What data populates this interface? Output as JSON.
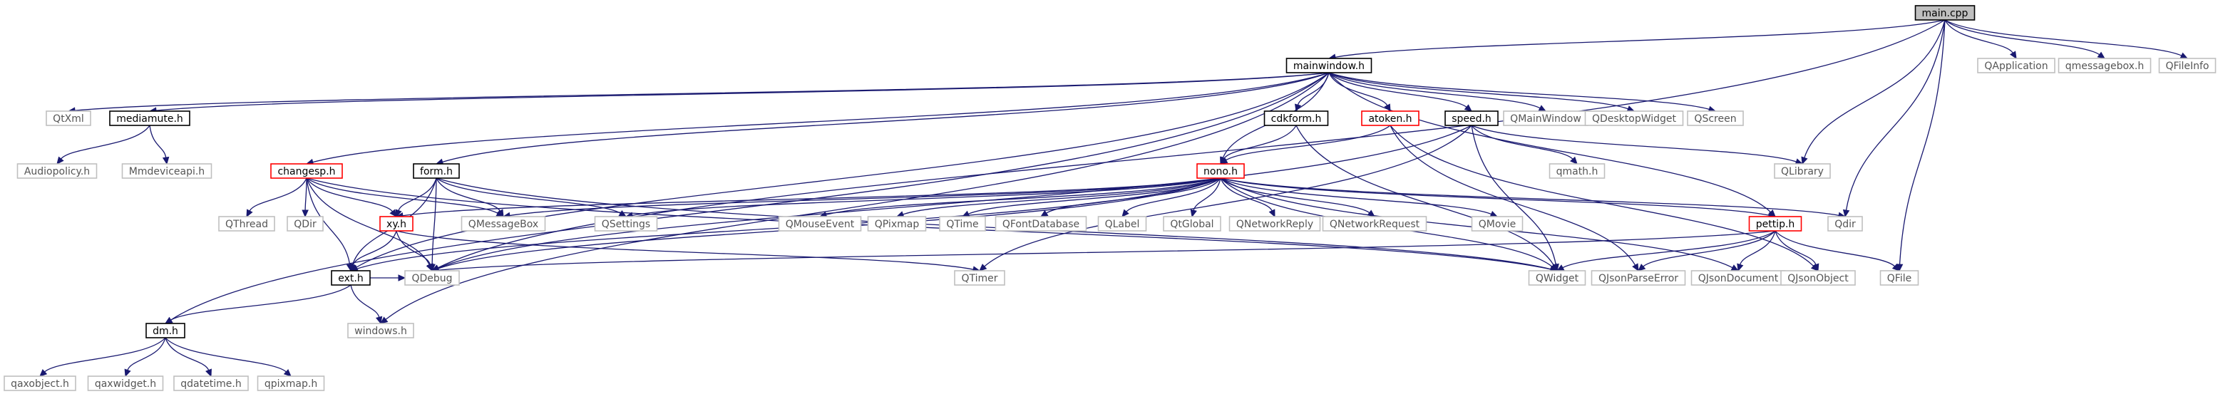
{
  "graph": {
    "nodes": [
      {
        "id": "main_cpp",
        "label": "main.cpp",
        "kind": "self"
      },
      {
        "id": "mainwindow_h",
        "label": "mainwindow.h",
        "kind": "doc"
      },
      {
        "id": "QApplication",
        "label": "QApplication",
        "kind": "ext"
      },
      {
        "id": "qmessagebox_h",
        "label": "qmessagebox.h",
        "kind": "ext"
      },
      {
        "id": "QFileInfo",
        "label": "QFileInfo",
        "kind": "ext"
      },
      {
        "id": "QtXml",
        "label": "QtXml",
        "kind": "ext"
      },
      {
        "id": "mediamute_h",
        "label": "mediamute.h",
        "kind": "doc"
      },
      {
        "id": "cdkform_h",
        "label": "cdkform.h",
        "kind": "doc"
      },
      {
        "id": "atoken_h",
        "label": "atoken.h",
        "kind": "undoc"
      },
      {
        "id": "speed_h",
        "label": "speed.h",
        "kind": "doc"
      },
      {
        "id": "QMainWindow",
        "label": "QMainWindow",
        "kind": "ext"
      },
      {
        "id": "QDesktopWidget",
        "label": "QDesktopWidget",
        "kind": "ext"
      },
      {
        "id": "QScreen",
        "label": "QScreen",
        "kind": "ext"
      },
      {
        "id": "Audiopolicy_h",
        "label": "Audiopolicy.h",
        "kind": "ext"
      },
      {
        "id": "Mmdeviceapi_h",
        "label": "Mmdeviceapi.h",
        "kind": "ext"
      },
      {
        "id": "qmath_h",
        "label": "qmath.h",
        "kind": "ext"
      },
      {
        "id": "QLibrary",
        "label": "QLibrary",
        "kind": "ext"
      },
      {
        "id": "changesp_h",
        "label": "changesp.h",
        "kind": "undoc"
      },
      {
        "id": "form_h",
        "label": "form.h",
        "kind": "doc"
      },
      {
        "id": "nono_h",
        "label": "nono.h",
        "kind": "undoc"
      },
      {
        "id": "QThread",
        "label": "QThread",
        "kind": "ext"
      },
      {
        "id": "QDir",
        "label": "QDir",
        "kind": "ext"
      },
      {
        "id": "xy_h",
        "label": "xy.h",
        "kind": "undoc"
      },
      {
        "id": "QMessageBox",
        "label": "QMessageBox",
        "kind": "ext"
      },
      {
        "id": "QSettings",
        "label": "QSettings",
        "kind": "ext"
      },
      {
        "id": "QMouseEvent",
        "label": "QMouseEvent",
        "kind": "ext"
      },
      {
        "id": "QPixmap",
        "label": "QPixmap",
        "kind": "ext"
      },
      {
        "id": "QTime",
        "label": "QTime",
        "kind": "ext"
      },
      {
        "id": "QFontDatabase",
        "label": "QFontDatabase",
        "kind": "ext"
      },
      {
        "id": "QLabel",
        "label": "QLabel",
        "kind": "ext"
      },
      {
        "id": "QtGlobal",
        "label": "QtGlobal",
        "kind": "ext"
      },
      {
        "id": "QNetworkReply",
        "label": "QNetworkReply",
        "kind": "ext"
      },
      {
        "id": "QNetworkRequest",
        "label": "QNetworkRequest",
        "kind": "ext"
      },
      {
        "id": "QMovie",
        "label": "QMovie",
        "kind": "ext"
      },
      {
        "id": "pettip_h",
        "label": "pettip.h",
        "kind": "undoc"
      },
      {
        "id": "Qdir",
        "label": "Qdir",
        "kind": "ext"
      },
      {
        "id": "ext_h",
        "label": "ext.h",
        "kind": "doc"
      },
      {
        "id": "QDebug",
        "label": "QDebug",
        "kind": "ext"
      },
      {
        "id": "QTimer",
        "label": "QTimer",
        "kind": "ext"
      },
      {
        "id": "QWidget",
        "label": "QWidget",
        "kind": "ext"
      },
      {
        "id": "QJsonParseError",
        "label": "QJsonParseError",
        "kind": "ext"
      },
      {
        "id": "QJsonDocument",
        "label": "QJsonDocument",
        "kind": "ext"
      },
      {
        "id": "QJsonObject",
        "label": "QJsonObject",
        "kind": "ext"
      },
      {
        "id": "QFile",
        "label": "QFile",
        "kind": "ext"
      },
      {
        "id": "windows_h",
        "label": "windows.h",
        "kind": "ext"
      },
      {
        "id": "dm_h",
        "label": "dm.h",
        "kind": "doc"
      },
      {
        "id": "qaxobject_h",
        "label": "qaxobject.h",
        "kind": "ext"
      },
      {
        "id": "qaxwidget_h",
        "label": "qaxwidget.h",
        "kind": "ext"
      },
      {
        "id": "qdatetime_h",
        "label": "qdatetime.h",
        "kind": "ext"
      },
      {
        "id": "qpixmap_h",
        "label": "qpixmap.h",
        "kind": "ext"
      }
    ],
    "edges": [
      [
        "main_cpp",
        "mainwindow_h"
      ],
      [
        "main_cpp",
        "QApplication"
      ],
      [
        "main_cpp",
        "qmessagebox_h"
      ],
      [
        "main_cpp",
        "QFileInfo"
      ],
      [
        "main_cpp",
        "QLibrary"
      ],
      [
        "main_cpp",
        "Qdir"
      ],
      [
        "main_cpp",
        "QFile"
      ],
      [
        "main_cpp",
        "QDebug"
      ],
      [
        "mainwindow_h",
        "QtXml"
      ],
      [
        "mainwindow_h",
        "mediamute_h"
      ],
      [
        "mainwindow_h",
        "cdkform_h"
      ],
      [
        "mainwindow_h",
        "atoken_h"
      ],
      [
        "mainwindow_h",
        "speed_h"
      ],
      [
        "mainwindow_h",
        "QMainWindow"
      ],
      [
        "mainwindow_h",
        "QDesktopWidget"
      ],
      [
        "mainwindow_h",
        "QScreen"
      ],
      [
        "mainwindow_h",
        "changesp_h"
      ],
      [
        "mainwindow_h",
        "form_h"
      ],
      [
        "mainwindow_h",
        "nono_h"
      ],
      [
        "mainwindow_h",
        "pettip_h"
      ],
      [
        "mainwindow_h",
        "ext_h"
      ],
      [
        "mainwindow_h",
        "dm_h"
      ],
      [
        "mainwindow_h",
        "windows_h"
      ],
      [
        "mediamute_h",
        "Audiopolicy_h"
      ],
      [
        "mediamute_h",
        "Mmdeviceapi_h"
      ],
      [
        "cdkform_h",
        "nono_h"
      ],
      [
        "cdkform_h",
        "QWidget"
      ],
      [
        "atoken_h",
        "nono_h"
      ],
      [
        "atoken_h",
        "QJsonParseError"
      ],
      [
        "atoken_h",
        "QJsonObject"
      ],
      [
        "speed_h",
        "qmath_h"
      ],
      [
        "speed_h",
        "QLibrary"
      ],
      [
        "speed_h",
        "QWidget"
      ],
      [
        "speed_h",
        "QDebug"
      ],
      [
        "speed_h",
        "QTimer"
      ],
      [
        "changesp_h",
        "QThread"
      ],
      [
        "changesp_h",
        "QDir"
      ],
      [
        "changesp_h",
        "xy_h"
      ],
      [
        "changesp_h",
        "QMessageBox"
      ],
      [
        "changesp_h",
        "ext_h"
      ],
      [
        "changesp_h",
        "QDebug"
      ],
      [
        "changesp_h",
        "QWidget"
      ],
      [
        "form_h",
        "xy_h"
      ],
      [
        "form_h",
        "QMessageBox"
      ],
      [
        "form_h",
        "QSettings"
      ],
      [
        "form_h",
        "ext_h"
      ],
      [
        "form_h",
        "QDebug"
      ],
      [
        "form_h",
        "QWidget"
      ],
      [
        "nono_h",
        "xy_h"
      ],
      [
        "nono_h",
        "QMessageBox"
      ],
      [
        "nono_h",
        "QSettings"
      ],
      [
        "nono_h",
        "QMouseEvent"
      ],
      [
        "nono_h",
        "QPixmap"
      ],
      [
        "nono_h",
        "QTime"
      ],
      [
        "nono_h",
        "QFontDatabase"
      ],
      [
        "nono_h",
        "QLabel"
      ],
      [
        "nono_h",
        "QtGlobal"
      ],
      [
        "nono_h",
        "QNetworkReply"
      ],
      [
        "nono_h",
        "QNetworkRequest"
      ],
      [
        "nono_h",
        "QMovie"
      ],
      [
        "nono_h",
        "pettip_h"
      ],
      [
        "nono_h",
        "Qdir"
      ],
      [
        "nono_h",
        "ext_h"
      ],
      [
        "nono_h",
        "QDebug"
      ],
      [
        "nono_h",
        "QWidget"
      ],
      [
        "nono_h",
        "QJsonDocument"
      ],
      [
        "xy_h",
        "ext_h"
      ],
      [
        "xy_h",
        "QDebug"
      ],
      [
        "xy_h",
        "QTimer"
      ],
      [
        "pettip_h",
        "QWidget"
      ],
      [
        "pettip_h",
        "QJsonParseError"
      ],
      [
        "pettip_h",
        "QJsonDocument"
      ],
      [
        "pettip_h",
        "QJsonObject"
      ],
      [
        "pettip_h",
        "QFile"
      ],
      [
        "pettip_h",
        "QDebug"
      ],
      [
        "ext_h",
        "QDebug"
      ],
      [
        "ext_h",
        "windows_h"
      ],
      [
        "ext_h",
        "dm_h"
      ],
      [
        "dm_h",
        "qaxobject_h"
      ],
      [
        "dm_h",
        "qaxwidget_h"
      ],
      [
        "dm_h",
        "qdatetime_h"
      ],
      [
        "dm_h",
        "qpixmap_h"
      ]
    ]
  }
}
